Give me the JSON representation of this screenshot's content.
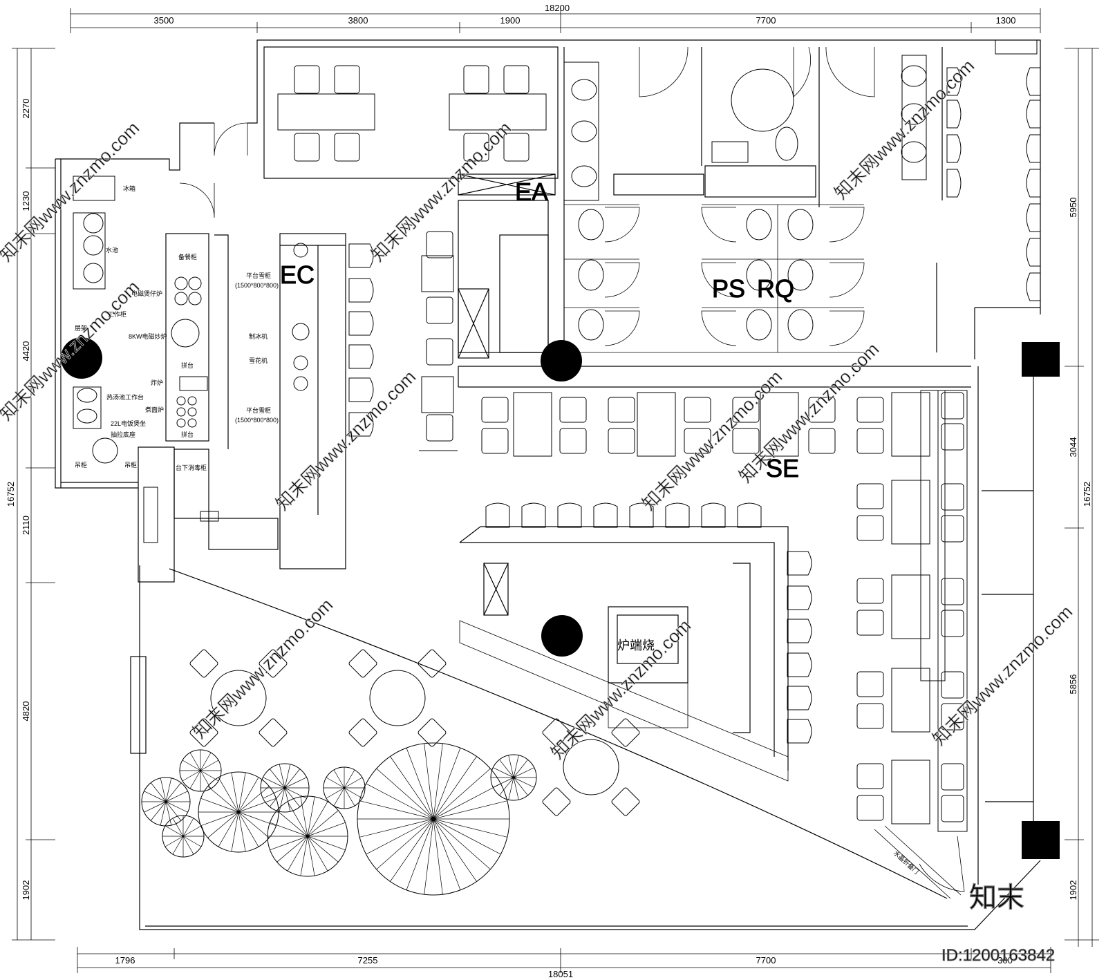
{
  "dimensions": {
    "top_total": "18200",
    "top_segments": [
      "3500",
      "3800",
      "1900",
      "7700",
      "1300"
    ],
    "bottom_total": "18051",
    "bottom_segments": [
      "1796",
      "7255",
      "7700",
      "300"
    ],
    "left_total": "16752",
    "left_segments": [
      "2270",
      "1230",
      "4420",
      "2110",
      "4820",
      "1902"
    ],
    "right_total": "16752",
    "right_segments": [
      "5950",
      "3044",
      "5856",
      "1902"
    ]
  },
  "labels": {
    "fridge": "冰箱",
    "sink": "水池",
    "work_cabinet": "工作柜",
    "shelf": "层架",
    "hot_soup_station": "热汤池工作台",
    "rice_warmer": "22L电饭煲坐",
    "drawer_base": "抽拉底座",
    "hanging_cabinet_a": "吊柜",
    "hanging_cabinet_b": "吊柜",
    "serving_cabinet": "备餐柜",
    "induction_clay_pot": "电磁煲仔炉",
    "induction_wok": "8KW电磁炒炉",
    "counter_a": "拼台",
    "fryer": "炸炉",
    "noodle_cooker": "煮面炉",
    "counter_b": "拼台",
    "sterilizer": "台下消毒柜",
    "freezer_a": "平台雪柜",
    "freezer_a_size": "(1500*800*800)",
    "ice_maker": "制冰机",
    "snow_machine": "雪花机",
    "freezer_b": "平台雪柜",
    "freezer_b_size": "(1500*800*800)",
    "charcoal_grill": "炉端烧",
    "folding_door": "水晶折叠门"
  },
  "zone_marks": {
    "ea": "EA",
    "ec": "EC",
    "ps": "PS",
    "rq": "RQ",
    "se": "SE"
  },
  "watermark": {
    "text": "知末网www.znzmo.com",
    "logo": "知末",
    "id": "ID:1200163842"
  }
}
